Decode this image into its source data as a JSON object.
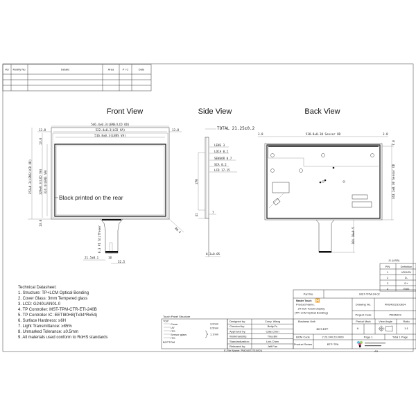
{
  "revision_table": {
    "headers": [
      "Ver",
      "Modify No.",
      "Details",
      "Area",
      "P I C",
      "Date"
    ]
  },
  "views": {
    "front_title": "Front View",
    "side_title": "Side View",
    "back_title": "Back View"
  },
  "front_view": {
    "dim_overall": "546.4±0.3(LENS/LCD OD)",
    "dim_lcd_va": "522.4±0.3(LCD VA)",
    "dim_lens_va": "516.8±0.3(LENS VA)",
    "dim_margin_left": "13.8",
    "dim_margin_right": "13.8",
    "dim_margin_top": "13.8",
    "dim_margin_bottom": "13.8",
    "dim_height_od": "352±0.3(LENS/LCD OD)",
    "dim_height_lcd_va": "329±0.3(LCD VA)",
    "dim_height_lens_va": "324.4(LENS VA)",
    "note": "Black printed on the rear",
    "dim_corner": "R0.5",
    "dim_stiffener": "0.3 PI Stiffener",
    "dim_fpc_offset": "21.5±0.1",
    "dim_fpc_width": "10",
    "dim_fpc_pos": "32.5"
  },
  "side_view": {
    "total": "TOTAL 21.25±0.2",
    "layers": [
      "LENS 3",
      "LOCA 0.2",
      "SENSOR 0.7",
      "SCA 0.2",
      "LCD 17.15"
    ],
    "dim_height": "270",
    "dim_bottom": "41",
    "dim_tail": "7",
    "dim_fpc_thickness": "0.3±0.05"
  },
  "back_view": {
    "dim_left": "3.8",
    "dim_width": "538.8±0.30 Sensor OD",
    "dim_right": "3.8",
    "dim_top": "7.8",
    "dim_height": "343.2±0.30 Sensor OD",
    "dim_fpc_length": "164.18±0.5"
  },
  "connector_table": {
    "title": "J1 (USB)",
    "headers": [
      "PIN",
      "Definition"
    ],
    "rows": [
      [
        "1",
        "VDD/5V"
      ],
      [
        "2",
        "D-"
      ],
      [
        "3",
        "D+"
      ],
      [
        "4",
        "GND"
      ]
    ]
  },
  "datasheet": {
    "title": "Technical Datasheet:",
    "items": [
      "1. Structure: TP+LCM Optical Bonding",
      "2. Cover Glass: 3mm  Tempered glass",
      "3. LCD: G240UAN01.0",
      "4. TP Controller:  MST-TPM-CTR-ETI-240B",
      "5. TP Controller IC: EETI80H8(Tx34*Rx54)",
      "6. Surface Hardness: ≥6H",
      "7. Light Transmittance: ≥85%",
      "8. Unmarked Tolerance: ±0.5mm",
      "9. All materials used conform to RoHS standards"
    ]
  },
  "structure": {
    "title": "Touch Panel Structure",
    "top": "TOP",
    "layers": [
      "Cover",
      "UV",
      "ITO",
      "Sensor  glass",
      "ITO"
    ],
    "bottom": "BOTTOM",
    "thicknesses": [
      "3.0mm",
      "0.5mm",
      "1.1mm"
    ]
  },
  "approvals": [
    [
      "Designed by:",
      "Curry. Wang"
    ],
    [
      "Checked by:",
      "Betty.Fu"
    ],
    [
      "Approved by:",
      "Cate.Chen"
    ],
    [
      "Workmanship:",
      "Tina.Bin"
    ],
    [
      "Standardization:",
      "Link.Chen"
    ],
    [
      "Released by:",
      "Jeff.Fan"
    ]
  ],
  "efile": "E-File Name:   PM24022310824",
  "title_block": {
    "part_no_label": "Part No.",
    "part_no": "MST-TPM-24-02",
    "logo_text": "Master Touch",
    "product_name_label": "Product Name:",
    "product_name_1": "24 inch Touch Display",
    "product_name_2": "(TP+LCM Optical Bonding)",
    "drawing_no_label": "Drawing No.",
    "drawing_no": "PM24022310824",
    "project_code_label": "Project Code",
    "project_code": "PM26023",
    "business_unit_label": "Business Unit:",
    "business_unit": "BNT-BTP",
    "period_mark_label": "Period Mark",
    "period_mark": "A",
    "view_angle_label": "View Angle",
    "ratio_label": "Ratio",
    "ratio": "1:1",
    "bom_code_label": "BOM Code",
    "bom_code": "2.23.240.23.0000",
    "page": "Page 1",
    "total_pages": "Total 1 Page",
    "product_series_label": "Product Series",
    "product_series": "BTP-TPA",
    "sheet_size": "A3"
  }
}
